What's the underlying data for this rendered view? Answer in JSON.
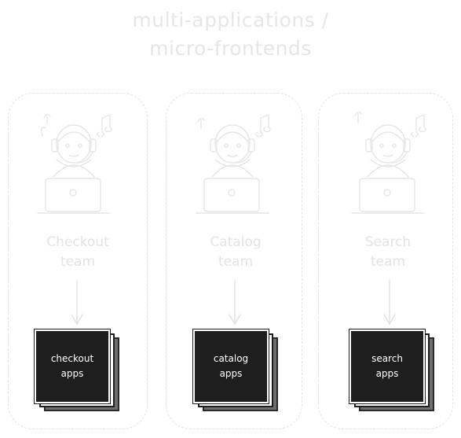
{
  "title": {
    "line1": "multi-applications /",
    "line2": "micro-frontends"
  },
  "lanes": [
    {
      "team_line1": "Checkout",
      "team_line2": "team",
      "app_line1": "checkout",
      "app_line2": "apps"
    },
    {
      "team_line1": "Catalog",
      "team_line2": "team",
      "app_line1": "catalog",
      "app_line2": "apps"
    },
    {
      "team_line1": "Search",
      "team_line2": "team",
      "app_line1": "search",
      "app_line2": "apps"
    }
  ],
  "colors": {
    "faded": "#e3e3e3",
    "app_fill": "#1e1e1e",
    "app_shadow": "#6e6e70",
    "text_light": "#ffffff"
  },
  "icons": [
    "developer-with-headphones-icon",
    "laptop-icon",
    "music-note-icon",
    "arrow-down-icon"
  ]
}
